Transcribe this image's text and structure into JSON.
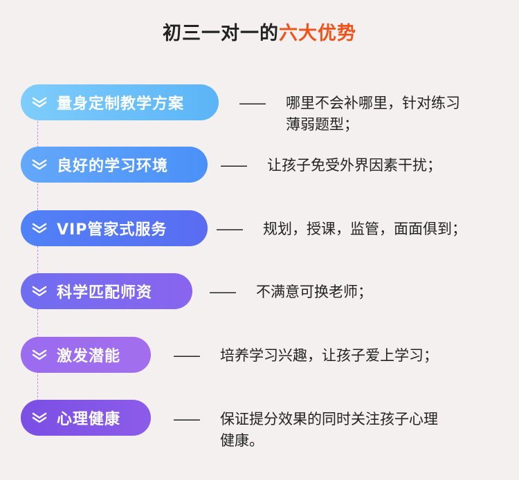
{
  "title": {
    "prefix": "初三一对一的",
    "highlight": "六大优势"
  },
  "colors": {
    "title_highlight": "#f0531a"
  },
  "dash": "——",
  "items": [
    {
      "label": "量身定制教学方案",
      "desc_line1": "哪里不会补哪里，针对练习",
      "desc_line2": "薄弱题型；",
      "color_from": "#7ecdfb",
      "color_to": "#5bb4f7"
    },
    {
      "label": "良好的学习环境",
      "desc_line1": "让孩子免受外界因素干扰；",
      "color_from": "#64a8fb",
      "color_to": "#4a90f8"
    },
    {
      "label": "VIP管家式服务",
      "desc_line1": "规划，授课，监管，面面俱到；",
      "color_from": "#4f82f6",
      "color_to": "#5a6cf1"
    },
    {
      "label": "科学匹配师资",
      "desc_line1": "不满意可换老师；",
      "color_from": "#6f6ef0",
      "color_to": "#8a64ee"
    },
    {
      "label": "激发潜能",
      "desc_line1": "培养学习兴趣，让孩子爱上学习；",
      "color_from": "#9a6cf0",
      "color_to": "#a26eed"
    },
    {
      "label": "心理健康",
      "desc_line1": "保证提分效果的同时关注孩子心理",
      "desc_line2": "健康。",
      "color_from": "#7a4fe4",
      "color_to": "#8c5ce8"
    }
  ]
}
